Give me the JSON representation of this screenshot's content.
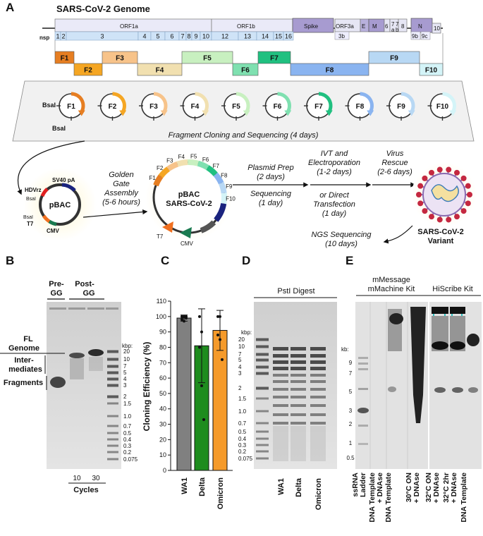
{
  "panels": {
    "A": "A",
    "B": "B",
    "C": "C",
    "D": "D",
    "E": "E"
  },
  "panelA": {
    "title": "SARS-CoV-2 Genome",
    "orfs": [
      "ORF1a",
      "ORF1b",
      "Spike",
      "ORF3a",
      "E",
      "M",
      "6",
      "7",
      "a",
      "7",
      "b",
      "8",
      "N",
      "10"
    ],
    "nsp_label": "nsp",
    "nsps": [
      "1",
      "2",
      "3",
      "4",
      "5",
      "6",
      "7",
      "8",
      "9",
      "10",
      "12",
      "13",
      "14",
      "15",
      "16"
    ],
    "sub_orfs": [
      "3b",
      "9b",
      "9c"
    ],
    "fragments": [
      "F1",
      "F2",
      "F3",
      "F4",
      "F5",
      "F6",
      "F7",
      "F8",
      "F9",
      "F10"
    ],
    "fragment_colors": [
      "#e67e22",
      "#f5a623",
      "#f7c38a",
      "#f1e0b0",
      "#c8f0c0",
      "#7fe0b0",
      "#20c080",
      "#8ab4f0",
      "#b8d8f4",
      "#d4f4f8"
    ],
    "bsai": "BsaI",
    "fragment_cloning": "Fragment Cloning and Sequencing (4 days)",
    "pbac_label": "pBAC",
    "pbac_parts": [
      "SV40 pA",
      "HDVrz",
      "BsaI",
      "BsaI",
      "T7",
      "CMV"
    ],
    "golden_gate": [
      "Golden",
      "Gate",
      "Assembly",
      "(5-6 hours)"
    ],
    "pbac2_label": [
      "pBAC",
      "SARS-CoV-2"
    ],
    "pbac2_frags": [
      "F1",
      "F2",
      "F3",
      "F4",
      "F5",
      "F6",
      "F7",
      "F8",
      "F9",
      "F10",
      "T7",
      "CMV"
    ],
    "plasmid_prep": [
      "Plasmid Prep",
      "(2 days)"
    ],
    "sequencing": [
      "Sequencing",
      "(1 day)"
    ],
    "ivt": [
      "IVT and",
      "Electroporation",
      "(1-2 days)"
    ],
    "or_direct": [
      "or Direct",
      "Transfection",
      "(1 day)"
    ],
    "virus_rescue": [
      "Virus",
      "Rescue",
      "(2-6 days)"
    ],
    "variant": [
      "SARS-CoV-2",
      "Variant"
    ],
    "ngs": [
      "NGS Sequencing",
      "(10 days)"
    ]
  },
  "panelB": {
    "header_left": [
      "Pre-",
      "GG"
    ],
    "header_right": [
      "Post-",
      "GG"
    ],
    "side_labels": [
      "FL",
      "Genome",
      "Inter-",
      "mediates",
      "Fragments"
    ],
    "kbp": "kbp:",
    "ladder": [
      "20",
      "10",
      "7",
      "5",
      "4",
      "3",
      "2",
      "1.5",
      "1.0",
      "0.7",
      "0.5",
      "0.4",
      "0.3",
      "0.2",
      "0.075"
    ],
    "cycles": [
      "10",
      "30"
    ],
    "cycles_label": "Cycles"
  },
  "panelC": {
    "chart_data": {
      "type": "bar",
      "categories": [
        "WA1",
        "Delta",
        "Omicron"
      ],
      "values": [
        99,
        81,
        91
      ],
      "errors": [
        2,
        24,
        13
      ],
      "points": [
        [
          98,
          97,
          100,
          100,
          100,
          99
        ],
        [
          100,
          55,
          33,
          80,
          90
        ],
        [
          88,
          100,
          72,
          100,
          85
        ]
      ],
      "colors": [
        "#808080",
        "#1e8c1e",
        "#f59a2a"
      ],
      "ylabel": "Cloning Efficiency (%)",
      "ylim": [
        0,
        110
      ],
      "yticks": [
        0,
        10,
        20,
        30,
        40,
        50,
        60,
        70,
        80,
        90,
        100,
        110
      ]
    }
  },
  "panelD": {
    "title": "PstI Digest",
    "kbp": "kbp:",
    "ladder": [
      "20",
      "10",
      "7",
      "5",
      "4",
      "3",
      "2",
      "1.5",
      "1.0",
      "0.7",
      "0.5",
      "0.4",
      "0.3",
      "0.2",
      "0.075"
    ],
    "lanes": [
      "WA1",
      "Delta",
      "Omicron"
    ]
  },
  "panelE": {
    "header_left": [
      "mMessage",
      "mMachine Kit"
    ],
    "header_right": "HiScribe Kit",
    "kb": "kb:",
    "ladder": [
      "9",
      "7",
      "5",
      "3",
      "2",
      "1",
      "0.5"
    ],
    "lanes": [
      [
        "ssRNA",
        "Ladder"
      ],
      [
        "DNA Template",
        "+ DNAse"
      ],
      [
        "DNA Template"
      ],
      [
        "30°C ON",
        "+ DNAse"
      ],
      [
        "32°C ON",
        "+ DNAse"
      ],
      [
        "32°C 2hr",
        "+ DNAse"
      ],
      [
        "DNA Template"
      ]
    ]
  }
}
